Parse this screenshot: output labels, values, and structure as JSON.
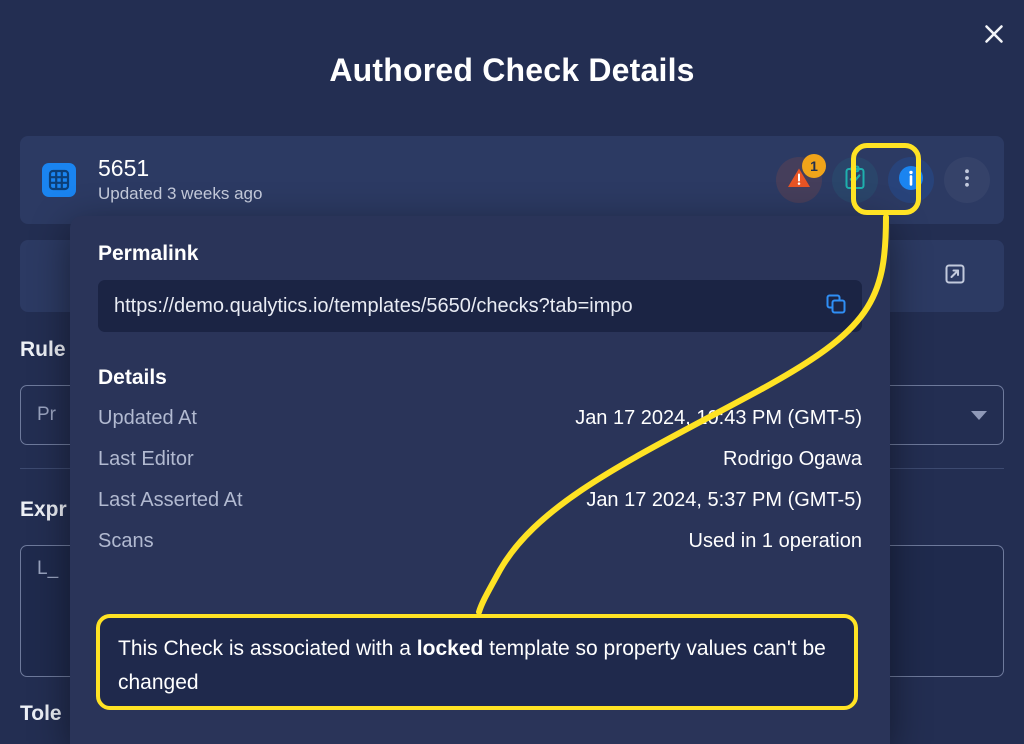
{
  "dialog": {
    "title": "Authored Check Details",
    "close_icon": "close-icon"
  },
  "check_card": {
    "icon": "hash-grid-icon",
    "id": "5651",
    "updated": "Updated 3 weeks ago",
    "actions": {
      "warning": {
        "icon": "warning-triangle-icon",
        "badge": "1"
      },
      "assertion": {
        "icon": "clipboard-check-icon"
      },
      "info": {
        "icon": "info-circle-icon"
      },
      "menu": {
        "icon": "kebab-menu-icon"
      }
    }
  },
  "background_form": {
    "external_link_icon": "external-link-icon",
    "rule_label": "Rule",
    "rule_value": "Pr",
    "expression_label": "Expr",
    "expression_value": "L_",
    "tolerance_label": "Tole",
    "select_caret_icon": "chevron-down-icon"
  },
  "popover": {
    "permalink_heading": "Permalink",
    "permalink_value": "https://demo.qualytics.io/templates/5650/checks?tab=impo",
    "copy_icon": "copy-icon",
    "details_heading": "Details",
    "details": [
      {
        "key": "Updated At",
        "value": "Jan 17 2024, 10:43 PM (GMT-5)"
      },
      {
        "key": "Last Editor",
        "value": "Rodrigo Ogawa"
      },
      {
        "key": "Last Asserted At",
        "value": "Jan 17 2024, 5:37 PM (GMT-5)"
      },
      {
        "key": "Scans",
        "value": "Used in 1 operation"
      }
    ]
  },
  "callout": {
    "text_before": "This Check is associated with a ",
    "text_bold": "locked",
    "text_after": " template so property values can't be changed"
  },
  "colors": {
    "page_background": "#232e52",
    "card_background": "#2c3a63",
    "popover_background": "#2a3459",
    "input_background": "#1b2444",
    "highlight_yellow": "#ffe324",
    "accent_blue": "#1a84f0",
    "warning_orange": "#e85424",
    "badge_amber": "#f0a41a",
    "assertion_teal": "#1fa0a0"
  }
}
